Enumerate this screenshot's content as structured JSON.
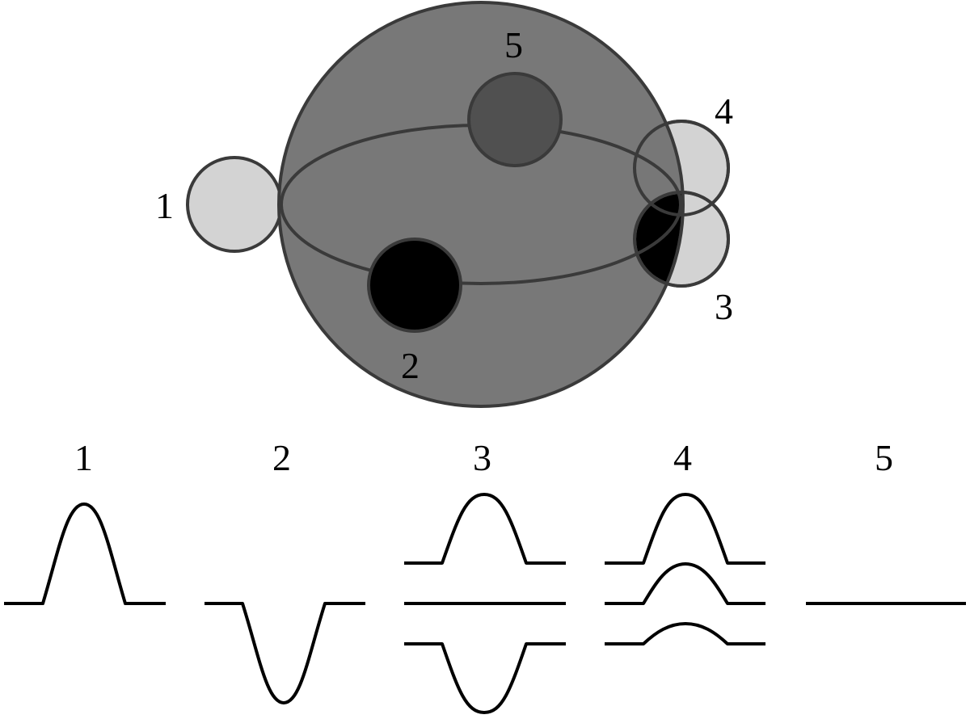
{
  "colors": {
    "sphere_fill": "#737373",
    "outline": "#3a3a3a",
    "light_disk": "#d3d3d3",
    "dark_disk": "#000000",
    "far_disk": "#505050",
    "wave_stroke": "#000000"
  },
  "sphere_labels": {
    "planet_1": "1",
    "planet_2": "2",
    "planet_3": "3",
    "planet_4": "4",
    "planet_5": "5"
  },
  "panel_labels": {
    "panel_1": "1",
    "panel_2": "2",
    "panel_3": "3",
    "panel_4": "4",
    "panel_5": "5"
  }
}
